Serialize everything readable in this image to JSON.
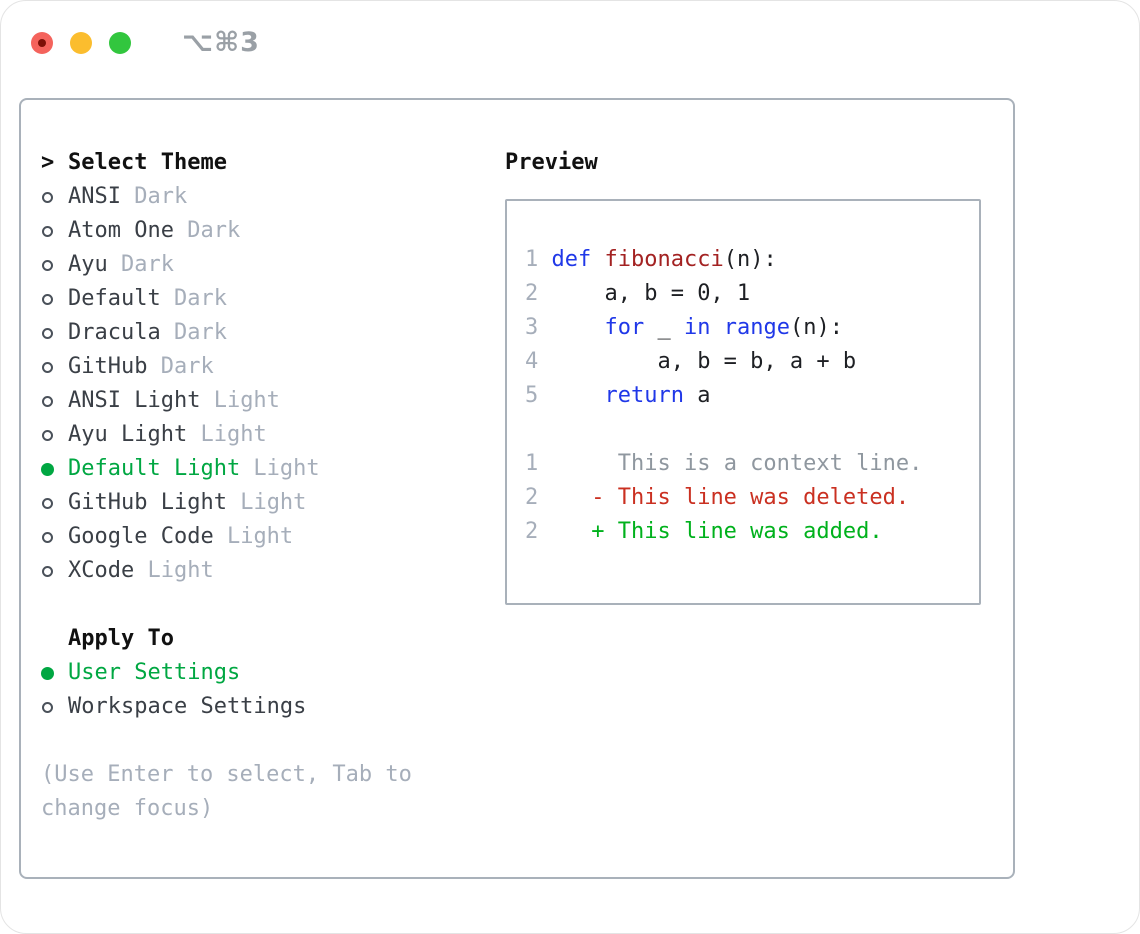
{
  "window": {
    "shortcut_label": "⌥⌘3",
    "traffic_lights": [
      "close",
      "minimize",
      "zoom"
    ]
  },
  "colors": {
    "ui_green": "#00a742",
    "keyword_blue": "#2038e8",
    "function_red": "#a32222",
    "deleted_red": "#ca3021",
    "added_green": "#00b11c",
    "muted_gray": "#a6aeba",
    "traffic_red": "#f4635c",
    "traffic_red_dot": "#7d1007",
    "traffic_yellow": "#fbbd2e",
    "traffic_green": "#32c63e"
  },
  "theme_picker": {
    "header": {
      "prompt": ">",
      "label": "Select Theme"
    },
    "items": [
      {
        "name": "ANSI",
        "variant": "Dark",
        "selected": false
      },
      {
        "name": "Atom One",
        "variant": "Dark",
        "selected": false
      },
      {
        "name": "Ayu",
        "variant": "Dark",
        "selected": false
      },
      {
        "name": "Default",
        "variant": "Dark",
        "selected": false
      },
      {
        "name": "Dracula",
        "variant": "Dark",
        "selected": false
      },
      {
        "name": "GitHub",
        "variant": "Dark",
        "selected": false
      },
      {
        "name": "ANSI Light",
        "variant": "Light",
        "selected": false
      },
      {
        "name": "Ayu Light",
        "variant": "Light",
        "selected": false
      },
      {
        "name": "Default Light",
        "variant": "Light",
        "selected": true
      },
      {
        "name": "GitHub Light",
        "variant": "Light",
        "selected": false
      },
      {
        "name": "Google Code",
        "variant": "Light",
        "selected": false
      },
      {
        "name": "XCode",
        "variant": "Light",
        "selected": false
      }
    ],
    "apply_to": {
      "label": "Apply To",
      "options": [
        {
          "name": "User Settings",
          "selected": true
        },
        {
          "name": "Workspace Settings",
          "selected": false
        }
      ]
    },
    "hint_lines": [
      "(Use Enter to select, Tab to",
      "change focus)"
    ]
  },
  "preview": {
    "title": "Preview",
    "code_lines": [
      [
        [
          "num",
          "1 "
        ],
        [
          "kw",
          "def"
        ],
        [
          "plain",
          " "
        ],
        [
          "fn",
          "fibonacci"
        ],
        [
          "plain",
          "(n):"
        ]
      ],
      [
        [
          "num",
          "2"
        ],
        [
          "plain",
          "     a, b = 0, 1"
        ]
      ],
      [
        [
          "num",
          "3"
        ],
        [
          "plain",
          "     "
        ],
        [
          "kw",
          "for"
        ],
        [
          "plain",
          " _ "
        ],
        [
          "kw",
          "in"
        ],
        [
          "plain",
          " "
        ],
        [
          "kw",
          "range"
        ],
        [
          "plain",
          "(n):"
        ]
      ],
      [
        [
          "num",
          "4"
        ],
        [
          "plain",
          "         a, b = b, a + b"
        ]
      ],
      [
        [
          "num",
          "5"
        ],
        [
          "plain",
          "     "
        ],
        [
          "kw",
          "return"
        ],
        [
          "plain",
          " a"
        ]
      ],
      [],
      [
        [
          "num",
          "1"
        ],
        [
          "plain",
          "      "
        ],
        [
          "ctx",
          "This is a context line."
        ]
      ],
      [
        [
          "num",
          "2"
        ],
        [
          "plain",
          "    "
        ],
        [
          "del",
          "- This line was deleted."
        ]
      ],
      [
        [
          "num",
          "2"
        ],
        [
          "plain",
          "    "
        ],
        [
          "add",
          "+ This line was added."
        ]
      ]
    ]
  }
}
